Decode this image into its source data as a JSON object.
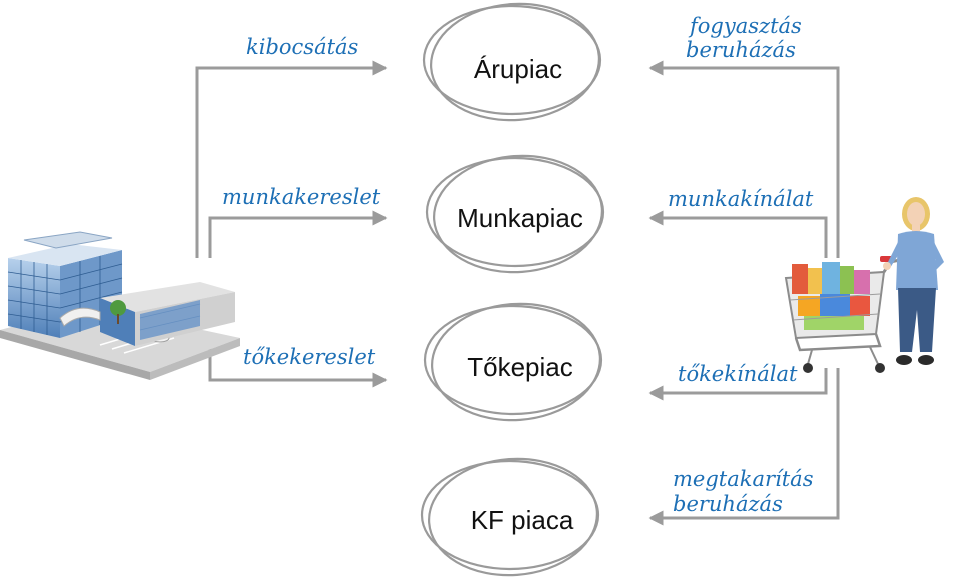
{
  "markets": [
    {
      "label": "Árupiac"
    },
    {
      "label": "Munkapiac"
    },
    {
      "label": "Tőkepiac"
    },
    {
      "label": "KF piaca"
    }
  ],
  "flows_left": {
    "output": "kibocsátás",
    "labor_demand": "munkakereslet",
    "capital_demand": "tőkekereslet"
  },
  "flows_right": {
    "consumption_line1": "fogyasztás",
    "consumption_line2": "beruházás",
    "labor_supply": "munkakínálat",
    "capital_supply": "tőkekínálat",
    "savings_line1": "megtakarítás",
    "savings_line2": "beruházás"
  },
  "colors": {
    "flow_text": "#1d6fb5",
    "line": "#9b9b9b",
    "ring": "#9a9a9a",
    "building_glass": "#5b8fc4",
    "shirt": "#7fa6d6",
    "jeans": "#3b5a86"
  },
  "icons": {
    "firm": "office-building-icon",
    "household": "shopper-with-cart-icon"
  }
}
